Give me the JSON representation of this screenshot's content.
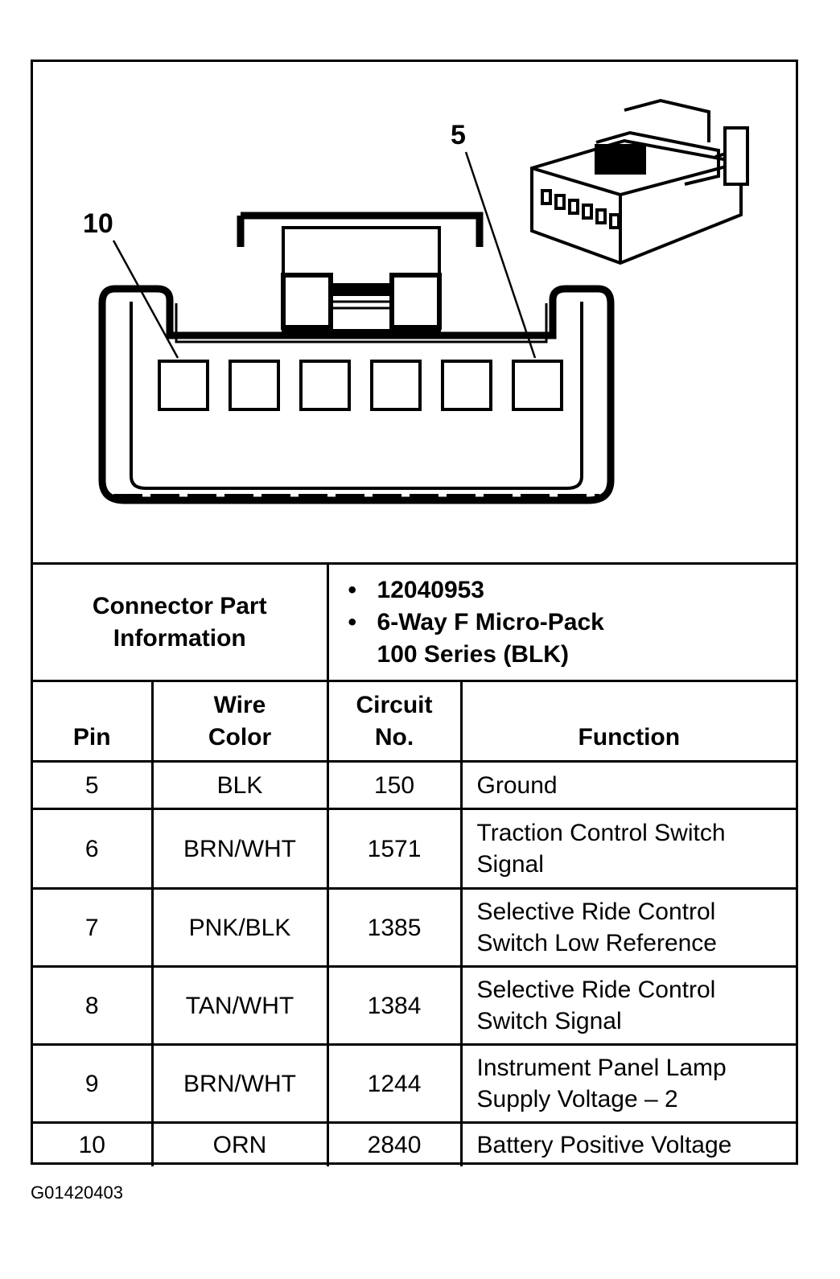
{
  "diagram": {
    "callouts": [
      "10",
      "5"
    ]
  },
  "connector_info": {
    "label_line1": "Connector Part",
    "label_line2": "Information",
    "part_number": "12040953",
    "description_line1": "6-Way F Micro-Pack",
    "description_line2": "100 Series (BLK)"
  },
  "table": {
    "headers": {
      "pin": "Pin",
      "wire_color_line1": "Wire",
      "wire_color_line2": "Color",
      "circuit_line1": "Circuit",
      "circuit_line2": "No.",
      "function": "Function"
    },
    "rows": [
      {
        "pin": "5",
        "wire_color": "BLK",
        "circuit": "150",
        "function_line1": "Ground",
        "function_line2": ""
      },
      {
        "pin": "6",
        "wire_color": "BRN/WHT",
        "circuit": "1571",
        "function_line1": "Traction Control Switch",
        "function_line2": "Signal"
      },
      {
        "pin": "7",
        "wire_color": "PNK/BLK",
        "circuit": "1385",
        "function_line1": "Selective Ride Control",
        "function_line2": "Switch Low Reference"
      },
      {
        "pin": "8",
        "wire_color": "TAN/WHT",
        "circuit": "1384",
        "function_line1": "Selective Ride Control",
        "function_line2": "Switch Signal"
      },
      {
        "pin": "9",
        "wire_color": "BRN/WHT",
        "circuit": "1244",
        "function_line1": "Instrument Panel Lamp",
        "function_line2": "Supply Voltage – 2"
      },
      {
        "pin": "10",
        "wire_color": "ORN",
        "circuit": "2840",
        "function_line1": "Battery Positive Voltage",
        "function_line2": ""
      }
    ]
  },
  "figure_code": "G01420403"
}
